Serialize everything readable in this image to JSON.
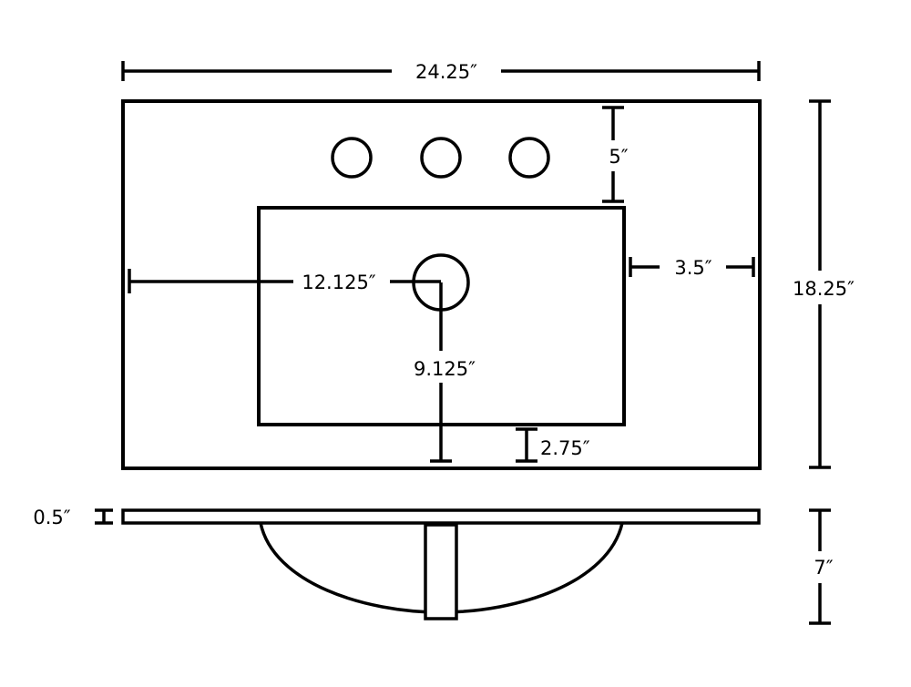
{
  "dimensions": {
    "overall_width": "24.25″",
    "overall_depth": "18.25″",
    "faucet_setback": "5″",
    "bowl_side_offset": "3.5″",
    "drain_from_left": "12.125″",
    "drain_from_front": "9.125″",
    "bowl_front_offset": "2.75″",
    "top_thickness": "0.5″",
    "bowl_height": "7″"
  },
  "faucet_holes": 3
}
